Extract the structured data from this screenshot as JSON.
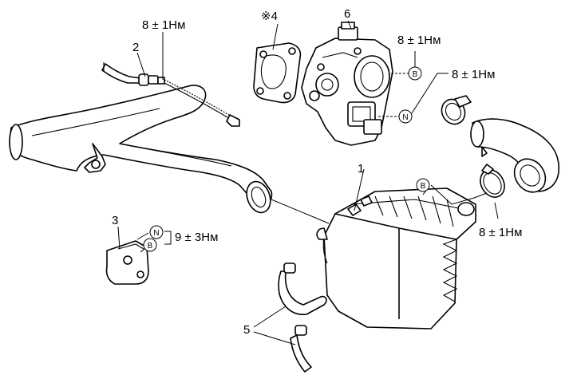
{
  "callouts": {
    "part_1": "1",
    "part_2": "2",
    "part_3": "3",
    "part_4": "※4",
    "part_5": "5",
    "part_6": "6"
  },
  "torques": {
    "cable_nut": "8 ± 1Нм",
    "throttle_b": "8 ± 1Нм",
    "throttle_n": "8 ± 1Нм",
    "bracket": "9 ± 3Нм",
    "clamp_b": "8 ± 1Нм"
  },
  "markers": {
    "b": "B",
    "n": "N"
  }
}
